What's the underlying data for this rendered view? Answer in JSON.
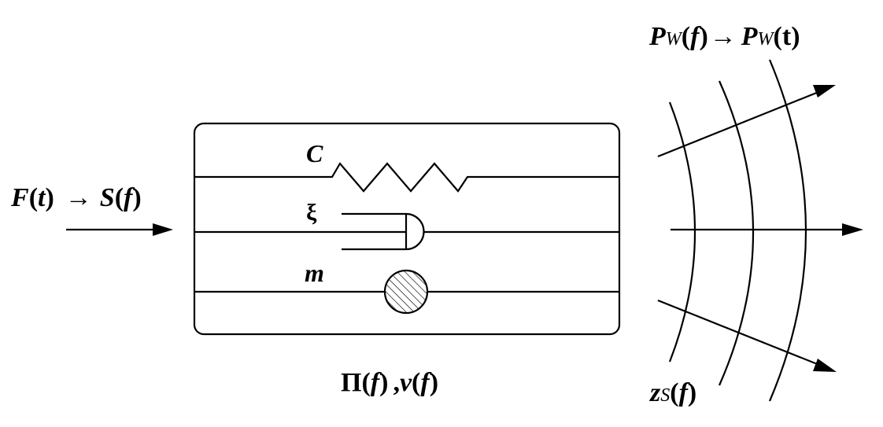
{
  "input": {
    "force": "F",
    "force_arg": "t",
    "spectrum": "S",
    "spectrum_arg": "f",
    "arrow": "→"
  },
  "elements": {
    "compliance": "C",
    "damping": "ξ",
    "mass": "m"
  },
  "bottom_label": {
    "pi": "Π",
    "pi_arg": "f",
    "v": "v",
    "v_arg": "f"
  },
  "output": {
    "power": "P",
    "power_sub": "W",
    "power_freq_arg": "f",
    "power_time_arg": "t",
    "arrow": "→"
  },
  "impedance": {
    "z": "z",
    "sub": "S",
    "arg": "f"
  }
}
